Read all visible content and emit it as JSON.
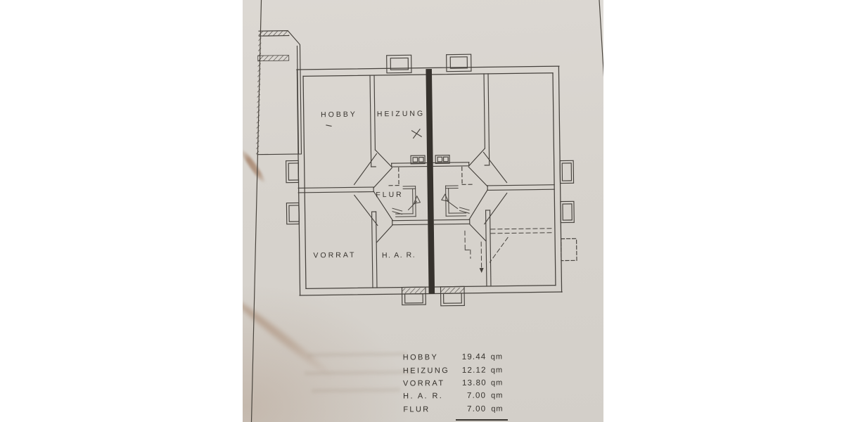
{
  "floorplan": {
    "title": "basement floor plan of a semi-detached duplex",
    "rooms": [
      {
        "id": "hobby",
        "label": "HOBBY"
      },
      {
        "id": "heizung",
        "label": "HEIZUNG"
      },
      {
        "id": "flur",
        "label": "FLUR"
      },
      {
        "id": "vorrat",
        "label": "VORRAT"
      },
      {
        "id": "har",
        "label": "H. A. R."
      }
    ]
  },
  "legend": {
    "rows": [
      {
        "label": "HOBBY",
        "value": "19.44",
        "unit": "qm"
      },
      {
        "label": "HEIZUNG",
        "value": "12.12",
        "unit": "qm"
      },
      {
        "label": "VORRAT",
        "value": "13.80",
        "unit": "qm"
      },
      {
        "label": "H. A. R.",
        "value": "7.00",
        "unit": "qm"
      },
      {
        "label": "FLUR",
        "value": "7.00",
        "unit": "qm"
      }
    ]
  },
  "colors": {
    "paper": "#d7d3cd",
    "ink": "#45413c",
    "party_wall": "#36322d",
    "shadow_streak": "#966c4c",
    "margin": "#ffffff"
  }
}
